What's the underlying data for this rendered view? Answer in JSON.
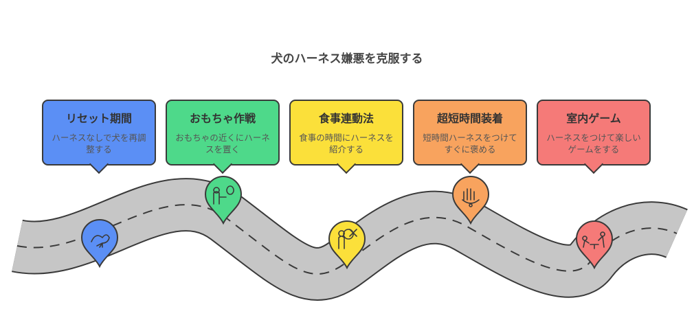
{
  "title": "犬のハーネス嫌悪を克服する",
  "steps": [
    {
      "title": "リセット期間",
      "desc": "ハーネスなしで犬を再調整する",
      "color": "#5b8ff5",
      "icon": "dog-relaxing-icon"
    },
    {
      "title": "おもちゃ作戦",
      "desc": "おもちゃの近くにハーネスを置く",
      "color": "#4ed98a",
      "icon": "person-with-toy-icon"
    },
    {
      "title": "食事連動法",
      "desc": "食事の時間にハーネスを紹介する",
      "color": "#fbe03a",
      "icon": "person-with-food-icon"
    },
    {
      "title": "超短時間装着",
      "desc": "短時間ハーネスをつけてすぐに褒める",
      "color": "#f8a35e",
      "icon": "hand-praise-icon"
    },
    {
      "title": "室内ゲーム",
      "desc": "ハーネスをつけて楽しいゲームをする",
      "color": "#f57a78",
      "icon": "people-playing-icon"
    }
  ]
}
